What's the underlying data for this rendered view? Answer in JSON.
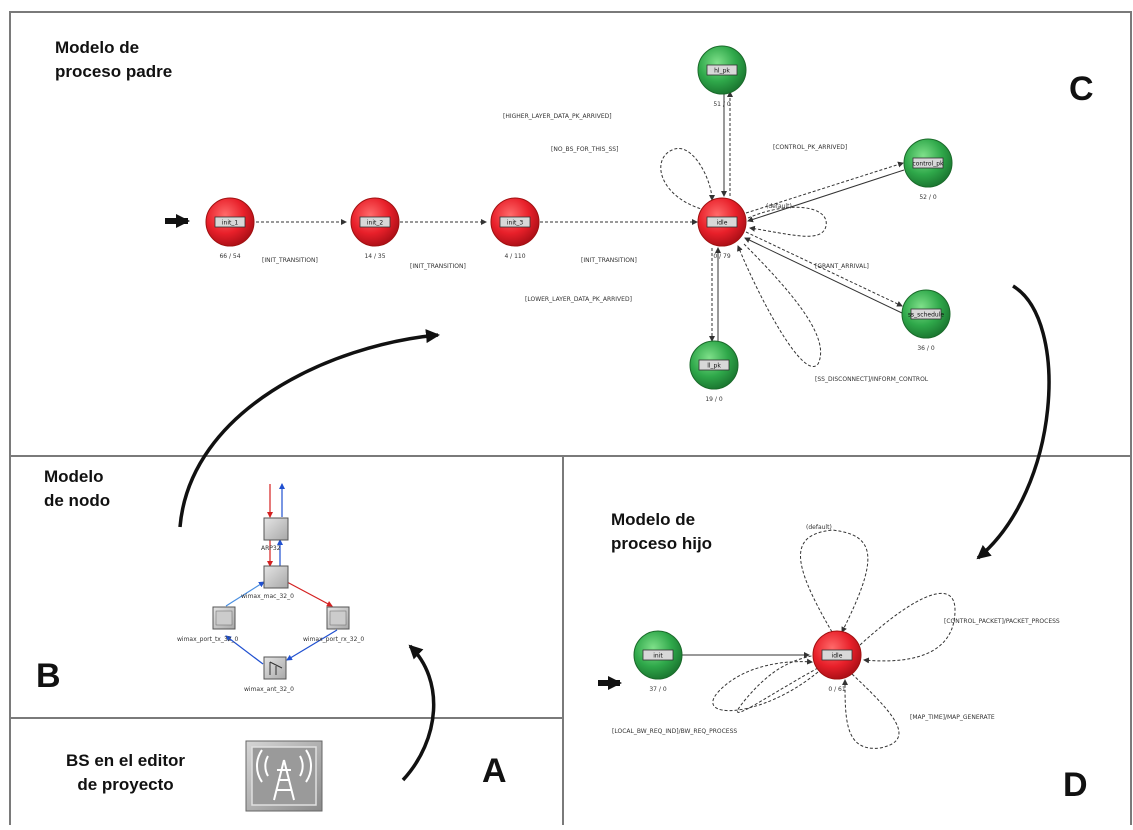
{
  "panels": {
    "C": {
      "letter": "C",
      "title": "Modelo de\nproceso padre"
    },
    "B": {
      "letter": "B",
      "title": "Modelo\nde nodo"
    },
    "A": {
      "letter": "A",
      "title": "BS en el editor\nde proyecto"
    },
    "D": {
      "letter": "D",
      "title": "Modelo de\nproceso hijo"
    }
  },
  "parent_fsm": {
    "states": [
      {
        "name": "init_1",
        "stats": "66 / 54",
        "color": "red"
      },
      {
        "name": "init_2",
        "stats": "14 / 35",
        "color": "red"
      },
      {
        "name": "init_3",
        "stats": "4 / 110",
        "color": "red"
      },
      {
        "name": "idle",
        "stats": "0 / 79",
        "color": "red"
      },
      {
        "name": "hl_pk",
        "stats": "51 / 0",
        "color": "green"
      },
      {
        "name": "control_pk",
        "stats": "52 / 0",
        "color": "green"
      },
      {
        "name": "ss_schedule",
        "stats": "36 / 0",
        "color": "green"
      },
      {
        "name": "ll_pk",
        "stats": "19 / 0",
        "color": "green"
      }
    ],
    "transitions": [
      "[INIT_TRANSITION]",
      "[INIT_TRANSITION]",
      "[INIT_TRANSITION]",
      "[HIGHER_LAYER_DATA_PK_ARRIVED]",
      "[NO_BS_FOR_THIS_SS]",
      "[CONTROL_PK_ARRIVED]",
      "(default)",
      "[GRANT_ARRIVAL]",
      "[LOWER_LAYER_DATA_PK_ARRIVED]",
      "[SS_DISCONNECT]/INFORM_CONTROL"
    ]
  },
  "node_model": {
    "modules": [
      {
        "name": "ARP32"
      },
      {
        "name": "wimax_mac_32_0"
      },
      {
        "name": "wimax_port_tx_32_0"
      },
      {
        "name": "wimax_port_rx_32_0"
      },
      {
        "name": "wimax_ant_32_0"
      }
    ]
  },
  "child_fsm": {
    "states": [
      {
        "name": "init",
        "stats": "37 / 0",
        "color": "green"
      },
      {
        "name": "idle",
        "stats": "0 / 61",
        "color": "red"
      }
    ],
    "transitions": [
      "(default)",
      "[CONTROL_PACKET]/PACKET_PROCESS",
      "[MAP_TIME]/MAP_GENERATE",
      "[LOCAL_BW_REQ_IND]/BW_REQ_PROCESS"
    ]
  },
  "colors": {
    "red": "#e8202a",
    "green": "#2fa84a",
    "border": "#7a7a7a"
  }
}
